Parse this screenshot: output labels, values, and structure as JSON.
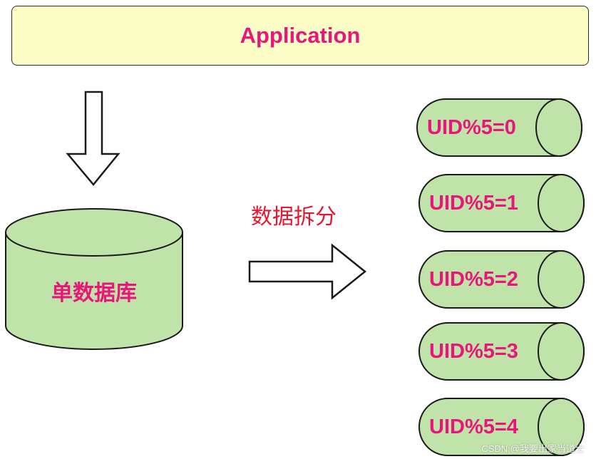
{
  "colors": {
    "app_fill": "#fdfdc8",
    "cylinder_fill": "#bfe3a8",
    "label_color": "#e8167a",
    "split_label_color": "#e8162e",
    "stroke": "#1a1a1a"
  },
  "application": {
    "label": "Application"
  },
  "source_db": {
    "label": "单数据库"
  },
  "split": {
    "label": "数据拆分"
  },
  "shards": [
    {
      "label": "UID%5=0"
    },
    {
      "label": "UID%5=1"
    },
    {
      "label": "UID%5=2"
    },
    {
      "label": "UID%5=3"
    },
    {
      "label": "UID%5=4"
    }
  ],
  "watermark": "CSDN @我要出家当道士"
}
